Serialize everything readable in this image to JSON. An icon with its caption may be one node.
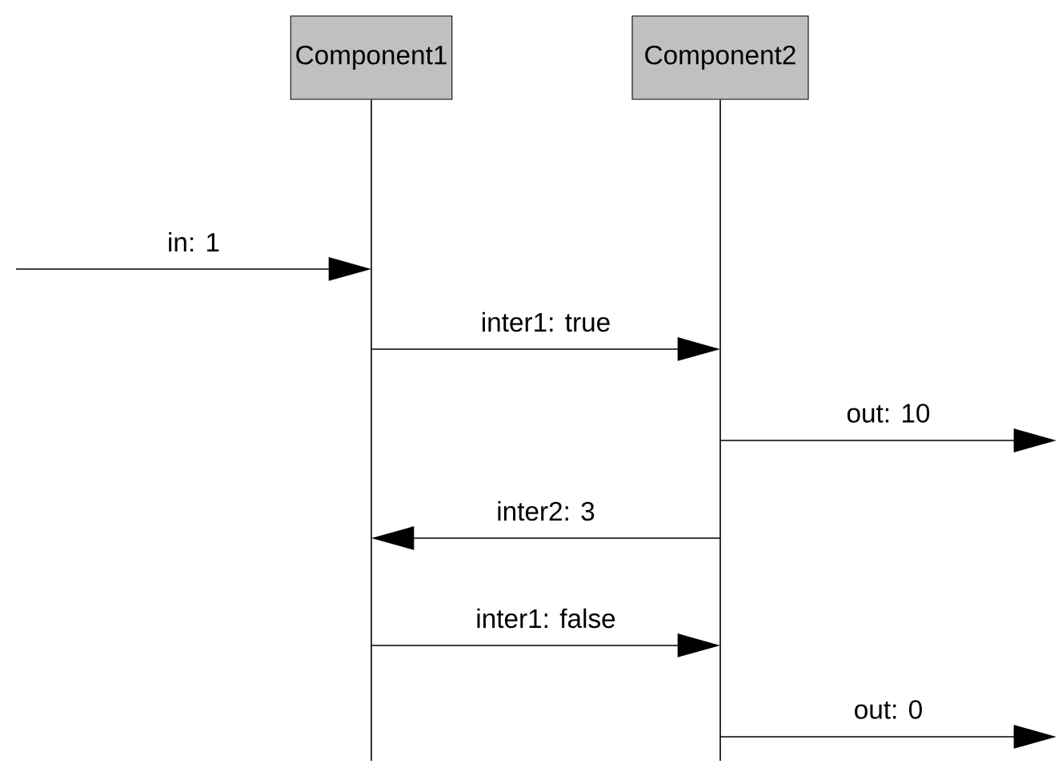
{
  "diagram": {
    "nodes": [
      {
        "text": [
          "Component1"
        ]
      },
      {
        "text": [
          "Component2"
        ]
      }
    ],
    "edges": [
      {
        "from": null,
        "to": 0,
        "arrow": "to",
        "label": "in: 1"
      },
      {
        "from": 0,
        "to": 1,
        "arrow": "to",
        "label": "inter1: true"
      },
      {
        "from": 1,
        "to": null,
        "arrow": "to",
        "label": "out: 10"
      },
      {
        "from": 1,
        "to": 0,
        "arrow": "to",
        "label": "inter2: 3"
      },
      {
        "from": 0,
        "to": 1,
        "arrow": "to",
        "label": "inter1: false"
      },
      {
        "from": 1,
        "to": null,
        "arrow": "to",
        "label": "out: 0"
      }
    ]
  }
}
